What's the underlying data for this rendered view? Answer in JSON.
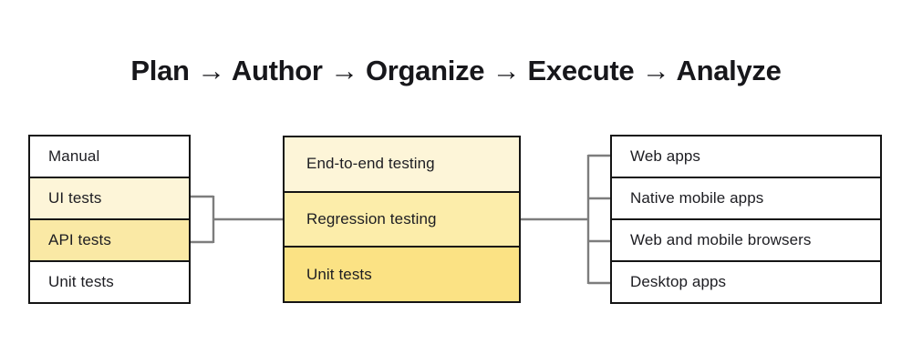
{
  "title": "Plan → Author → Organize → Execute → Analyze",
  "palette": {
    "box_border": "#141414",
    "connector_gray": "#7d7d7d",
    "highlight_pale_yellow": "#FDF5D8",
    "highlight_medium_yellow": "#FCEDAA",
    "highlight_deep_yellow": "#FBE284",
    "highlight_api_yellow": "#FAE9A5",
    "row_white": "#ffffff",
    "title_color": "#17171b"
  },
  "test_types_box": {
    "rows": [
      {
        "label": "Manual",
        "bg": "#ffffff"
      },
      {
        "label": "UI tests",
        "bg": "#FDF5D8"
      },
      {
        "label": "API tests",
        "bg": "#FAE9A5"
      },
      {
        "label": "Unit tests",
        "bg": "#ffffff"
      }
    ]
  },
  "testing_levels_box": {
    "rows": [
      {
        "label": "End-to-end testing",
        "bg": "#FDF5D8"
      },
      {
        "label": "Regression testing",
        "bg": "#FCEDAA"
      },
      {
        "label": "Unit tests",
        "bg": "#FBE284"
      }
    ]
  },
  "platforms_box": {
    "rows": [
      {
        "label": "Web apps",
        "bg": "#ffffff"
      },
      {
        "label": "Native mobile apps",
        "bg": "#ffffff"
      },
      {
        "label": "Web and mobile browsers",
        "bg": "#ffffff"
      },
      {
        "label": "Desktop apps",
        "bg": "#ffffff"
      }
    ]
  }
}
